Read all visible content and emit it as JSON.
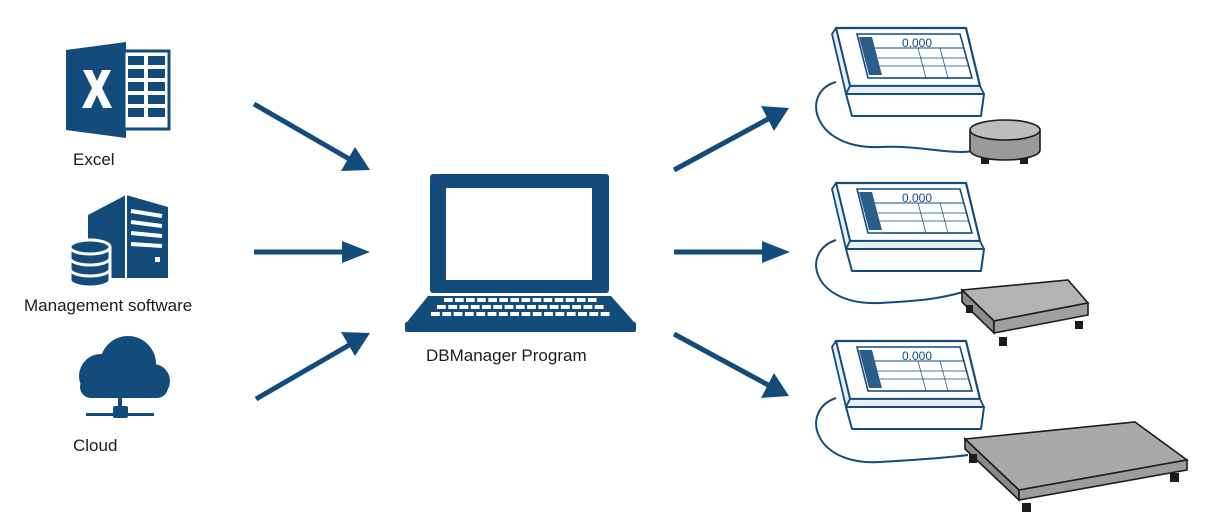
{
  "colors": {
    "primary": "#134b7b",
    "scale_metal": "#a7a7a7",
    "white": "#ffffff"
  },
  "sources": [
    {
      "label": "Excel",
      "icon": "excel-icon"
    },
    {
      "label": "Management software",
      "icon": "server-database-icon"
    },
    {
      "label": "Cloud",
      "icon": "cloud-network-icon"
    }
  ],
  "center": {
    "label": "DBManager Program",
    "icon": "laptop-icon"
  },
  "terminal_display": {
    "reading": "0.000"
  },
  "devices": [
    {
      "icon": "terminal-with-round-platform-icon"
    },
    {
      "icon": "terminal-with-bench-scale-icon"
    },
    {
      "icon": "terminal-with-floor-scale-icon"
    }
  ]
}
